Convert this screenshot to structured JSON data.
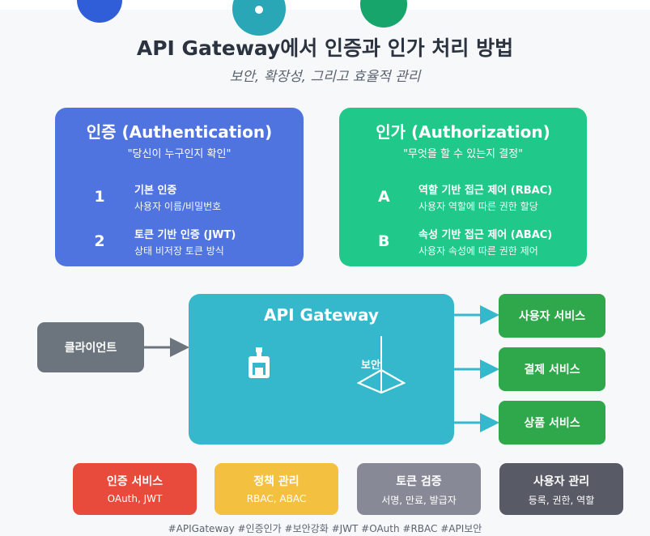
{
  "colors": {
    "auth_card": "#4f73df",
    "authz_card": "#20c98a",
    "gateway": "#35b8cc",
    "client": "#6c757d",
    "service": "#2ea84a",
    "arrow": "#35b8cc"
  },
  "header": {
    "title": "API Gateway에서 인증과 인가 처리 방법",
    "subtitle": "보안, 확장성, 그리고 효율적 관리"
  },
  "authentication": {
    "title": "인증 (Authentication)",
    "subtitle": "\"당신이 누구인지 확인\"",
    "items": [
      {
        "marker": "1",
        "title": "기본 인증",
        "desc": "사용자 이름/비밀번호"
      },
      {
        "marker": "2",
        "title": "토큰 기반 인증 (JWT)",
        "desc": "상태 비저장 토큰 방식"
      }
    ]
  },
  "authorization": {
    "title": "인가 (Authorization)",
    "subtitle": "\"무엇을 할 수 있는지 결정\"",
    "items": [
      {
        "marker": "A",
        "title": "역할 기반 접근 제어 (RBAC)",
        "desc": "사용자 역할에 따른 권한 할당"
      },
      {
        "marker": "B",
        "title": "속성 기반 접근 제어 (ABAC)",
        "desc": "사용자 속성에 따른 권한 제어"
      }
    ]
  },
  "flow": {
    "client": "클라이언트",
    "gateway_title": "API Gateway",
    "gateway_icons": [
      "lock-icon",
      "shield-icon"
    ],
    "security_label": "보안",
    "services": [
      "사용자 서비스",
      "결제 서비스",
      "상품 서비스"
    ]
  },
  "components": [
    {
      "title": "인증 서비스",
      "desc": "OAuth, JWT",
      "color": "#e84b3c"
    },
    {
      "title": "정책 관리",
      "desc": "RBAC, ABAC",
      "color": "#f4c040"
    },
    {
      "title": "토큰 검증",
      "desc": "서명, 만료, 발급자",
      "color": "#878a96"
    },
    {
      "title": "사용자 관리",
      "desc": "등록, 권한, 역할",
      "color": "#585a66"
    }
  ],
  "hashtags": "#APIGateway #인증인가 #보안강화 #JWT #OAuth #RBAC #API보안"
}
